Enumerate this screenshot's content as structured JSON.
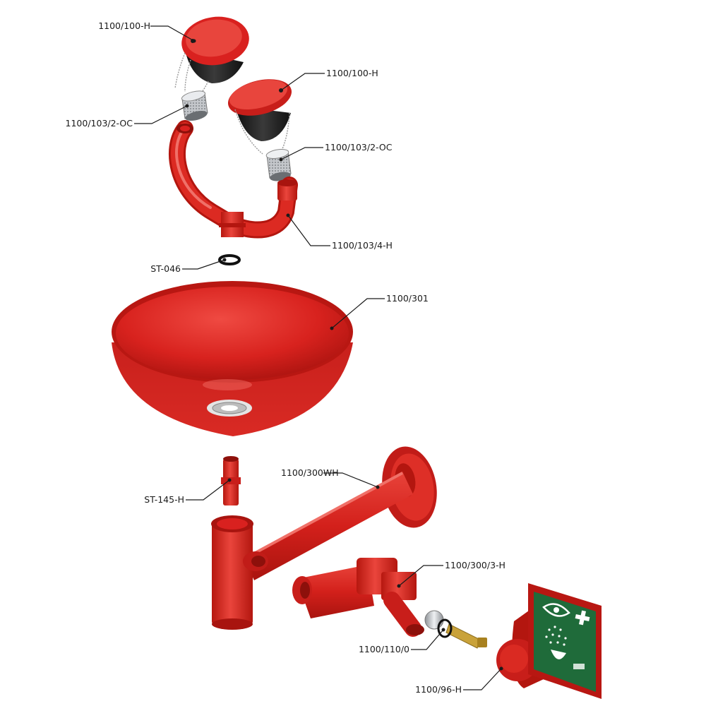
{
  "parts": [
    {
      "id": "cap-left",
      "code": "1100/100-H"
    },
    {
      "id": "cap-right",
      "code": "1100/100-H"
    },
    {
      "id": "nozzle-left",
      "code": "1100/103/2-OC"
    },
    {
      "id": "nozzle-right",
      "code": "1100/103/2-OC"
    },
    {
      "id": "head-pipe",
      "code": "1100/103/4-H"
    },
    {
      "id": "washer",
      "code": "ST-046"
    },
    {
      "id": "bowl",
      "code": "1100/301"
    },
    {
      "id": "riser",
      "code": "ST-145-H"
    },
    {
      "id": "wall-arm",
      "code": "1100/300WH"
    },
    {
      "id": "valve-body",
      "code": "1100/300/3-H"
    },
    {
      "id": "valve-cartridge",
      "code": "1100/110/0"
    },
    {
      "id": "paddle-sign",
      "code": "1100/96-H"
    }
  ],
  "colors": {
    "body_red": "#d9211f",
    "dark_red": "#a8140f",
    "light_red": "#ee5a52",
    "cup_black": "#1e1e1e",
    "sign_green": "#1f6b3a",
    "metal": "#c9ccd0",
    "brass": "#c9a23a"
  },
  "icons": {
    "sign": "eyewash-safety-sign-icon"
  }
}
